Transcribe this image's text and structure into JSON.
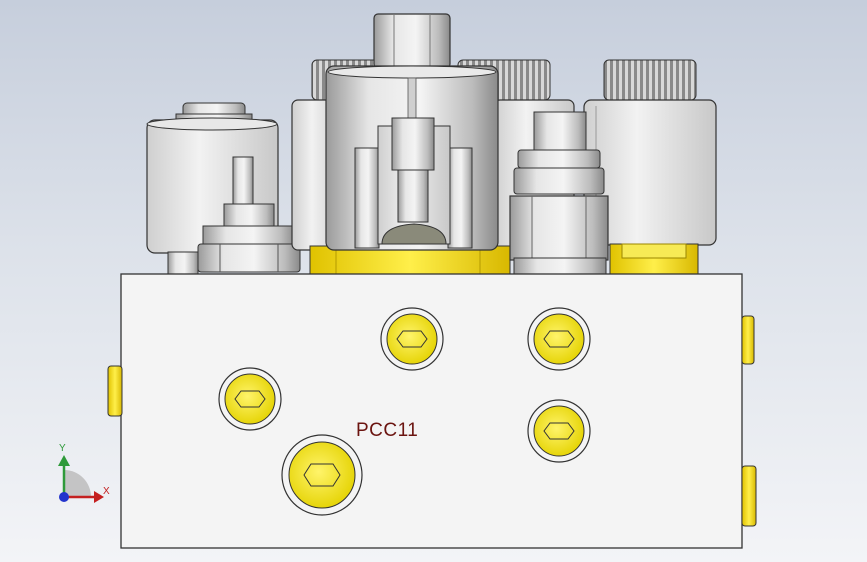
{
  "viewport": {
    "background_top": "#c6cedc",
    "background_bottom": "#f3f4f7"
  },
  "model": {
    "part_label": "PCC11",
    "label_color": "#6b1410",
    "body_color": "#f4f4f4",
    "port_color": "#f2ea3c",
    "adapter_color": "#f3e64a",
    "steel_color": "#d7d7d7"
  },
  "triad": {
    "x_label": "X",
    "y_label": "Y",
    "x_color": "#c42020",
    "y_color": "#2e9a3a",
    "z_color": "#2233cc"
  }
}
